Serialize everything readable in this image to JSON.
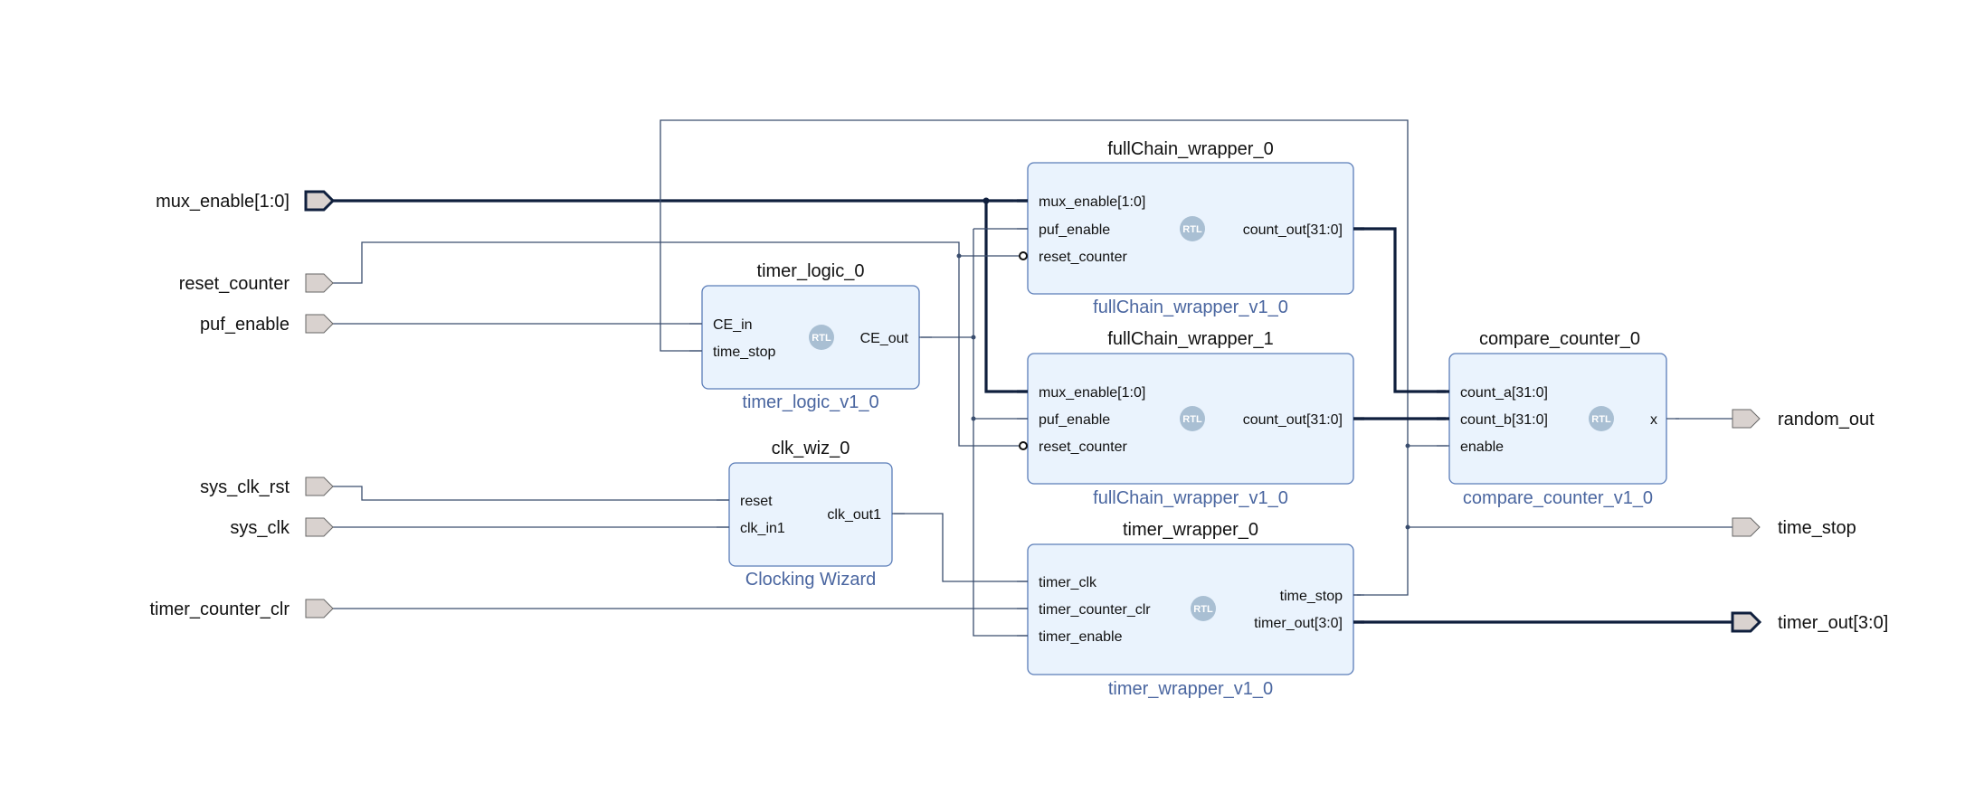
{
  "colors": {
    "block_fill": "#eaf3fd",
    "block_border": "#5b7db8",
    "subtitle_text": "#4a66a0",
    "wire": "#3a4d6e",
    "bus": "#0f1f3d",
    "port_fill": "#d9d2cf",
    "rtl_badge": "#a9bfd3"
  },
  "ports": {
    "mux_enable": "mux_enable[1:0]",
    "reset_counter": "reset_counter",
    "puf_enable": "puf_enable",
    "sys_clk_rst": "sys_clk_rst",
    "sys_clk": "sys_clk",
    "timer_counter_clr": "timer_counter_clr",
    "random_out": "random_out",
    "time_stop": "time_stop",
    "timer_out": "timer_out[3:0]"
  },
  "blocks": {
    "fullchain0": {
      "title": "fullChain_wrapper_0",
      "subtitle": "fullChain_wrapper_v1_0",
      "pins": {
        "mux_enable": "mux_enable[1:0]",
        "puf_enable": "puf_enable",
        "reset_counter": "reset_counter",
        "count_out": "count_out[31:0]"
      }
    },
    "fullchain1": {
      "title": "fullChain_wrapper_1",
      "subtitle": "fullChain_wrapper_v1_0",
      "pins": {
        "mux_enable": "mux_enable[1:0]",
        "puf_enable": "puf_enable",
        "reset_counter": "reset_counter",
        "count_out": "count_out[31:0]"
      }
    },
    "timer_logic": {
      "title": "timer_logic_0",
      "subtitle": "timer_logic_v1_0",
      "pins": {
        "ce_in": "CE_in",
        "time_stop": "time_stop",
        "ce_out": "CE_out"
      }
    },
    "clk_wiz": {
      "title": "clk_wiz_0",
      "subtitle": "Clocking Wizard",
      "pins": {
        "reset": "reset",
        "clk_in1": "clk_in1",
        "clk_out1": "clk_out1"
      }
    },
    "timer_wrapper": {
      "title": "timer_wrapper_0",
      "subtitle": "timer_wrapper_v1_0",
      "pins": {
        "timer_clk": "timer_clk",
        "timer_counter_clr": "timer_counter_clr",
        "timer_enable": "timer_enable",
        "time_stop": "time_stop",
        "timer_out": "timer_out[3:0]"
      }
    },
    "compare": {
      "title": "compare_counter_0",
      "subtitle": "compare_counter_v1_0",
      "pins": {
        "count_a": "count_a[31:0]",
        "count_b": "count_b[31:0]",
        "enable": "enable",
        "x": "x"
      }
    }
  },
  "badge": "RTL"
}
